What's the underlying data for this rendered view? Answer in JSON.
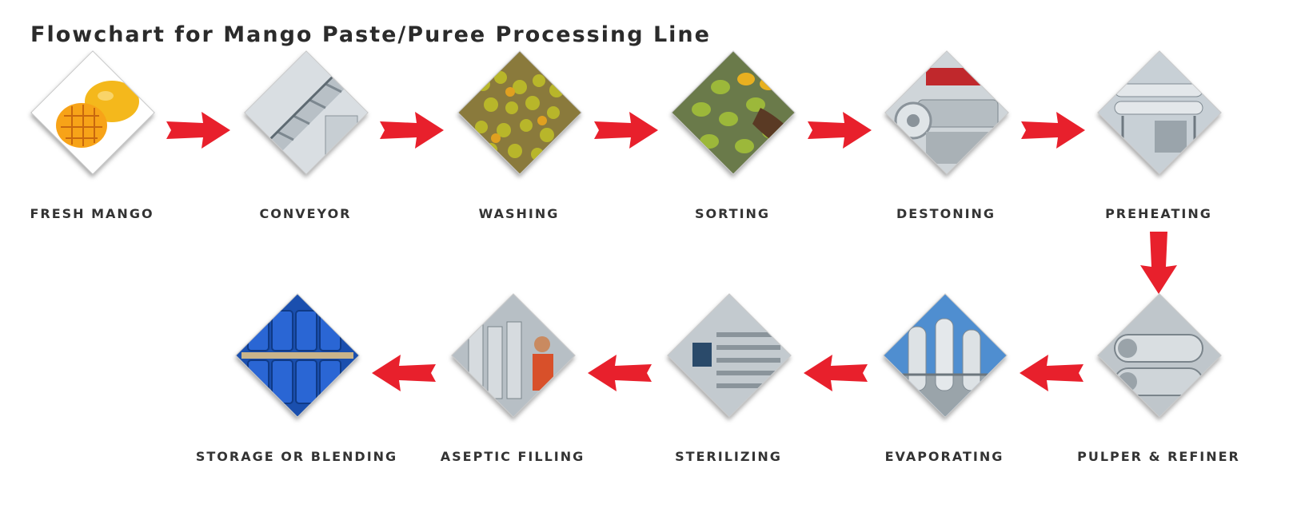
{
  "title": "Flowchart for Mango Paste/Puree Processing Line",
  "colors": {
    "arrow": "#e8202c",
    "text": "#333333"
  },
  "steps": [
    {
      "label": "FRESH MANGO",
      "icon": "fresh-mango-photo"
    },
    {
      "label": "CONVEYOR",
      "icon": "conveyor-photo"
    },
    {
      "label": "WASHING",
      "icon": "washing-photo"
    },
    {
      "label": "SORTING",
      "icon": "sorting-photo"
    },
    {
      "label": "DESTONING",
      "icon": "destoning-photo"
    },
    {
      "label": "PREHEATING",
      "icon": "preheating-photo"
    },
    {
      "label": "PULPER & REFINER",
      "icon": "pulper-refiner-photo"
    },
    {
      "label": "EVAPORATING",
      "icon": "evaporating-photo"
    },
    {
      "label": "STERILIZING",
      "icon": "sterilizing-photo"
    },
    {
      "label": "ASEPTIC FILLING",
      "icon": "aseptic-filling-photo"
    },
    {
      "label": "STORAGE OR BLENDING",
      "icon": "storage-drums-photo"
    }
  ]
}
